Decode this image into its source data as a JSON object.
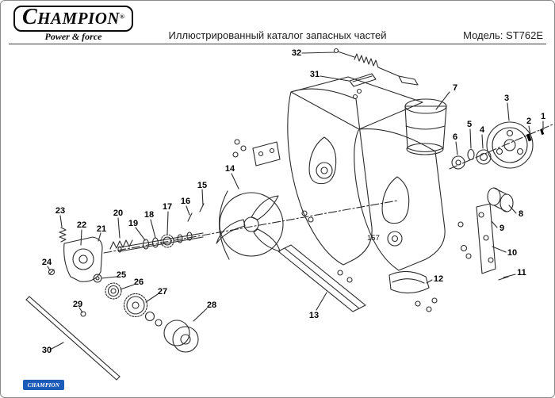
{
  "brand": {
    "name": "CHAMPION",
    "registered": "®",
    "tagline": "Power & force"
  },
  "header": {
    "title": "Иллюстрированный каталог запасных частей",
    "model": "Модель: ST762E"
  },
  "footer": {
    "badge": "CHAMPION"
  },
  "diagram": {
    "embedded_label": "157",
    "callouts": [
      "1",
      "2",
      "3",
      "4",
      "5",
      "6",
      "7",
      "8",
      "9",
      "10",
      "11",
      "12",
      "13",
      "14",
      "15",
      "16",
      "17",
      "18",
      "19",
      "20",
      "21",
      "22",
      "23",
      "24",
      "25",
      "26",
      "27",
      "28",
      "29",
      "30",
      "31",
      "32"
    ]
  }
}
